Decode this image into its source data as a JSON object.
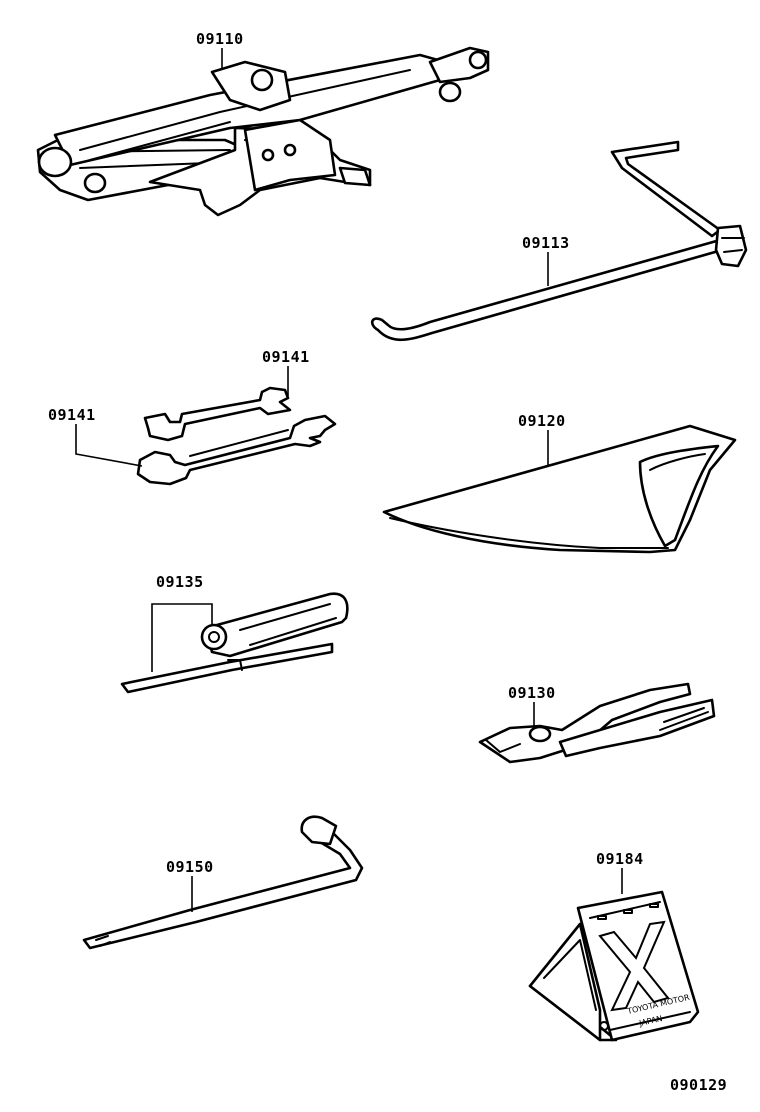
{
  "diagram": {
    "parts": [
      {
        "id": "jack",
        "label": "09110",
        "icon": "scissor-jack-icon"
      },
      {
        "id": "jack_handle",
        "label": "09113",
        "icon": "jack-handle-icon"
      },
      {
        "id": "wrench_small",
        "label": "09141",
        "icon": "open-end-wrench-icon"
      },
      {
        "id": "wrench_large",
        "label": "09141",
        "icon": "open-end-wrench-icon"
      },
      {
        "id": "tool_bag",
        "label": "09120",
        "icon": "tool-bag-icon"
      },
      {
        "id": "screwdriver",
        "label": "09135",
        "icon": "screwdriver-icon"
      },
      {
        "id": "pliers",
        "label": "09130",
        "icon": "pliers-icon"
      },
      {
        "id": "lug_wrench",
        "label": "09150",
        "icon": "lug-wrench-icon"
      },
      {
        "id": "wheel_chock",
        "label": "09184",
        "icon": "wheel-chock-icon"
      }
    ],
    "chock_text": {
      "line1": "TOYOTA MOTOR",
      "line2": "JAPAN"
    },
    "figure_number": "090129"
  }
}
